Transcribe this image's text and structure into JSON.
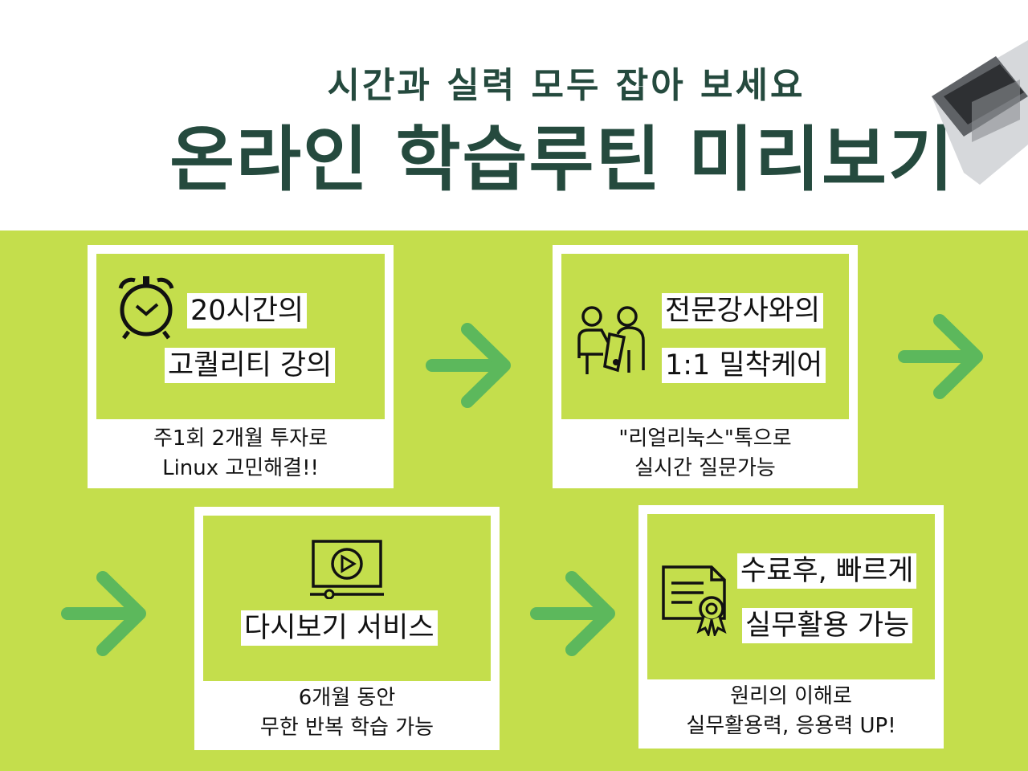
{
  "header": {
    "subtitle": "시간과 실력 모두 잡아 보세요",
    "title": "온라인 학습루틴 미리보기"
  },
  "cards": [
    {
      "title_line1": "20시간의",
      "title_line2": "고퀄리티 강의",
      "desc_line1": "주1회 2개월 투자로",
      "desc_line2": "Linux 고민해결!!",
      "icon": "alarm-clock-icon"
    },
    {
      "title_line1": "전문강사와의",
      "title_line2": "1:1 밀착케어",
      "desc_line1": "\"리얼리눅스\"톡으로",
      "desc_line2": "실시간 질문가능",
      "icon": "teacher-student-icon"
    },
    {
      "title_line1": "다시보기 서비스",
      "desc_line1": "6개월 동안",
      "desc_line2": "무한 반복 학습 가능",
      "icon": "video-player-icon"
    },
    {
      "title_line1": "수료후, 빠르게",
      "title_line2": "실무활용 가능",
      "desc_line1": "원리의 이해로",
      "desc_line2": "실무활용력, 응용력 UP!",
      "icon": "certificate-icon"
    }
  ],
  "colors": {
    "background_green": "#c4de4c",
    "arrow_green": "#5cb85c",
    "title_dark_green": "#254a3e"
  }
}
